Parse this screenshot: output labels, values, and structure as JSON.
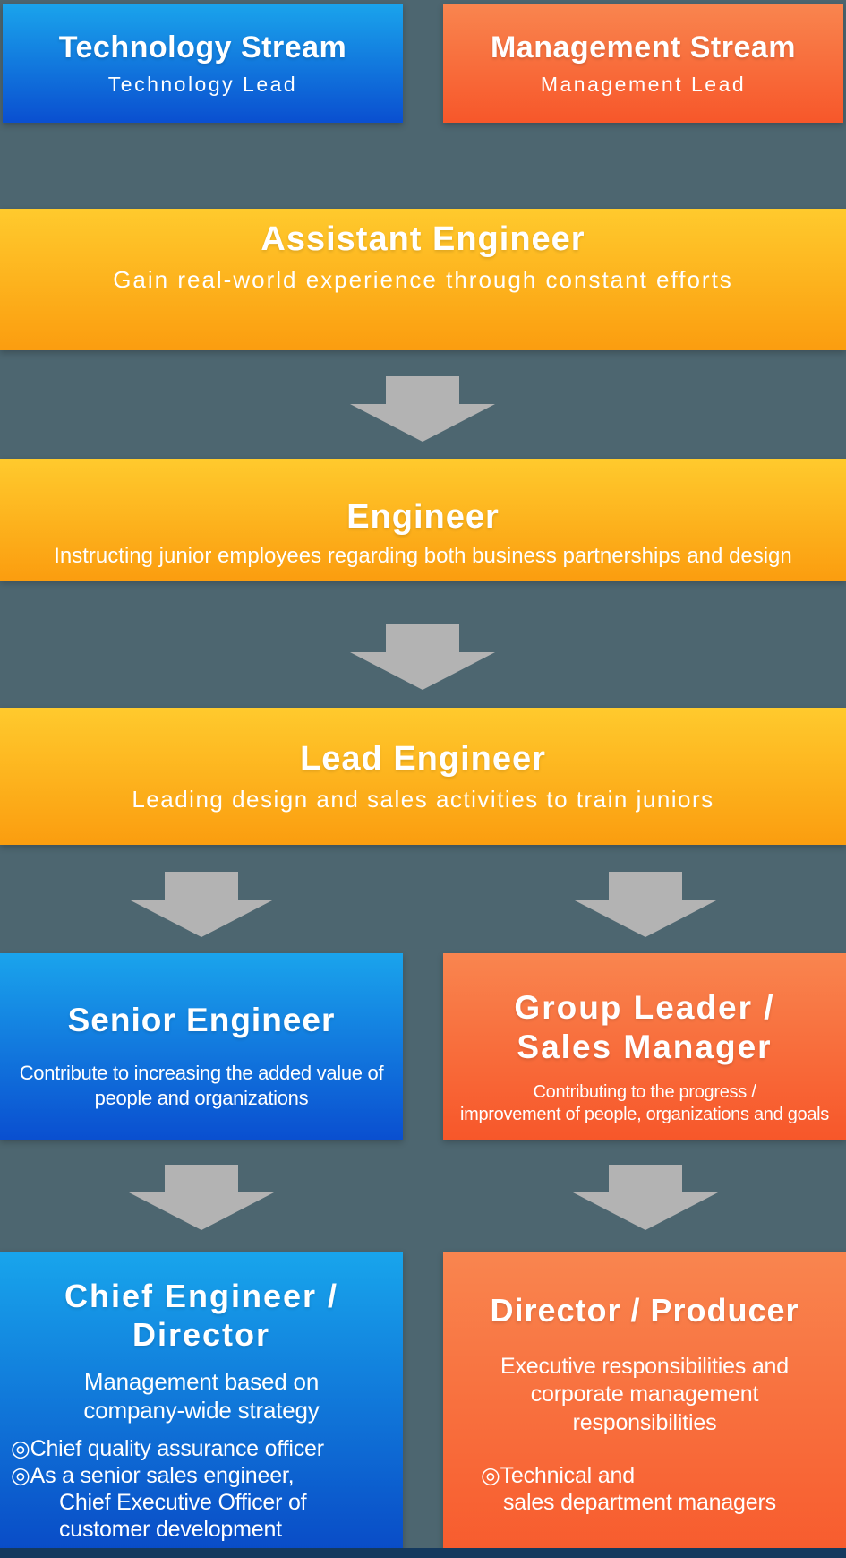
{
  "diagram": {
    "headers": {
      "technology": {
        "title": "Technology Stream",
        "subtitle": "Technology Lead"
      },
      "management": {
        "title": "Management Stream",
        "subtitle": "Management Lead"
      }
    },
    "shared_levels": [
      {
        "title": "Assistant Engineer",
        "subtitle": "Gain real-world experience through constant efforts"
      },
      {
        "title": "Engineer",
        "subtitle": "Instructing junior employees regarding both business partnerships and design"
      },
      {
        "title": "Lead Engineer",
        "subtitle": "Leading design and sales activities to train juniors"
      }
    ],
    "technology_track": {
      "senior": {
        "title": "Senior Engineer",
        "subtitle": "Contribute to increasing the added value of\npeople and organizations"
      },
      "chief": {
        "title": "Chief Engineer /\nDirector",
        "subtitle": "Management based on\ncompany-wide strategy",
        "bullets": [
          "◎Chief quality assurance officer",
          "◎As a senior sales engineer,\nChief Executive Officer of\ncustomer development"
        ]
      }
    },
    "management_track": {
      "group_leader": {
        "title": "Group Leader /\nSales Manager",
        "subtitle": "Contributing to the progress /\nimprovement of people, organizations and goals"
      },
      "director": {
        "title": "Director / Producer",
        "subtitle": "Executive responsibilities and\ncorporate management\nresponsibilities",
        "bullets": [
          "◎Technical and\nsales department managers"
        ]
      }
    },
    "icons": {
      "arrow": "down-arrow"
    },
    "colors": {
      "background": "#4d6670",
      "technology_accent_top": "#1aa4ec",
      "technology_accent_bottom": "#0a4fd0",
      "management_accent_top": "#f9854f",
      "management_accent_bottom": "#f7572a",
      "level_banner_top": "#ffca2d",
      "level_banner_bottom": "#fb9d0f",
      "arrow": "#b3b3b3",
      "footer_strip": "#14395e"
    }
  }
}
